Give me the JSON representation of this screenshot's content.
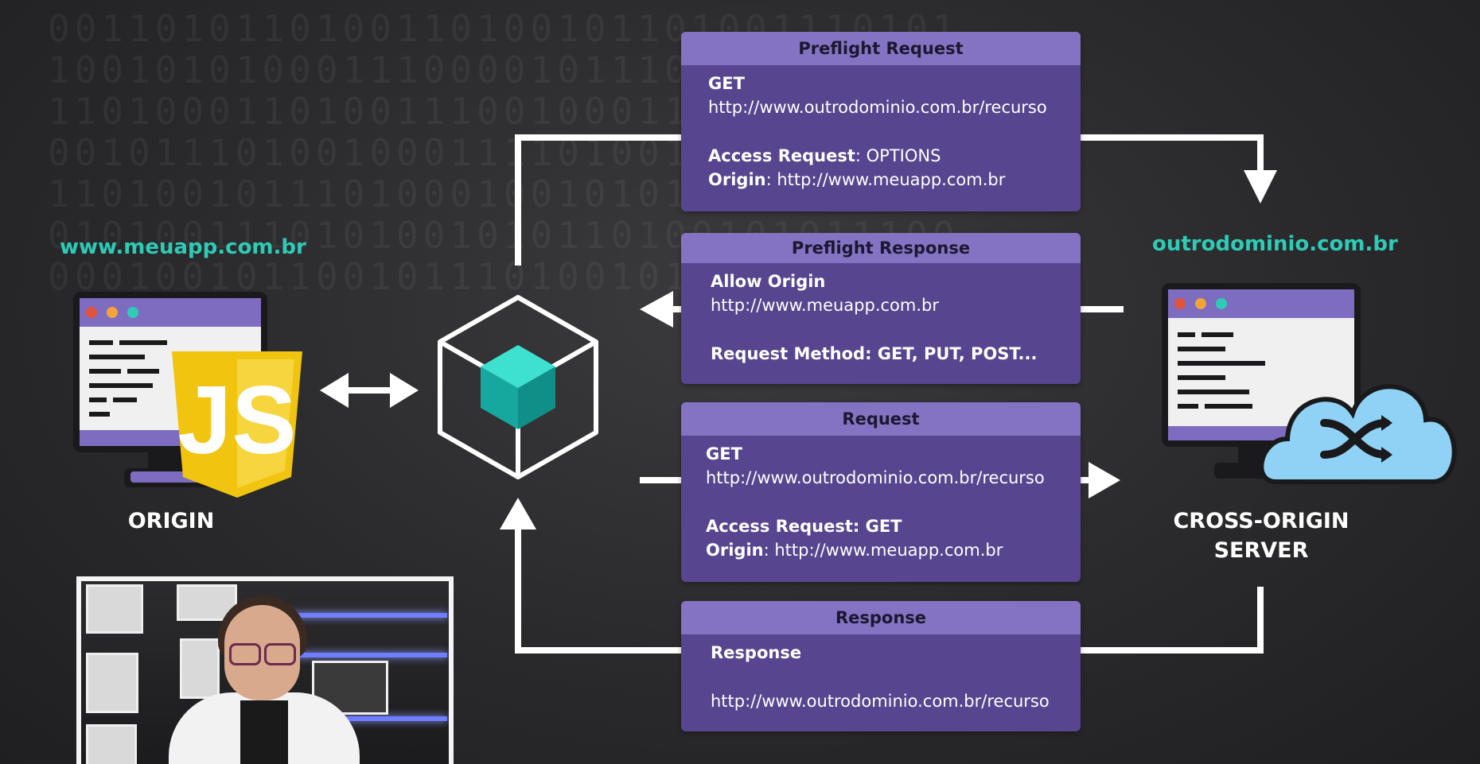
{
  "origin": {
    "host": "www.meuapp.com.br",
    "label": "ORIGIN",
    "js_badge": "JS"
  },
  "server": {
    "host": "outrodominio.com.br",
    "label_line1": "CROSS-ORIGIN",
    "label_line2": "SERVER"
  },
  "cards": {
    "preflight_request": {
      "title": "Preflight Request",
      "method": "GET",
      "url": "http://www.outrodominio.com.br/recurso",
      "access_key": "Access Request",
      "access_value": ": OPTIONS",
      "origin_key": "Origin",
      "origin_value": ": http://www.meuapp.com.br"
    },
    "preflight_response": {
      "title": "Preflight Response",
      "allow_key": "Allow Origin",
      "allow_value": "http://www.meuapp.com.br",
      "methods": "Request Method: GET, PUT, POST..."
    },
    "request": {
      "title": "Request",
      "method": "GET",
      "url": "http://www.outrodominio.com.br/recurso",
      "access": "Access Request: GET",
      "origin_key": "Origin",
      "origin_value": ": http://www.meuapp.com.br"
    },
    "response": {
      "title": "Response",
      "heading": "Response",
      "url": "http://www.outrodominio.com.br/recurso"
    }
  },
  "colors": {
    "background": "#2a2a2c",
    "card": "#574590",
    "card_header": "#8473c2",
    "host_text": "#2ecbb7",
    "js_yellow": "#f1c40f",
    "cloud": "#8fd2f5",
    "cube": "#1cb3aa"
  },
  "icons": {
    "origin_computer": "monitor-icon",
    "js_logo": "javascript-shield-icon",
    "browser_cube": "cube-icon",
    "server_computer": "monitor-icon",
    "server_cloud": "cloud-shuffle-icon"
  }
}
